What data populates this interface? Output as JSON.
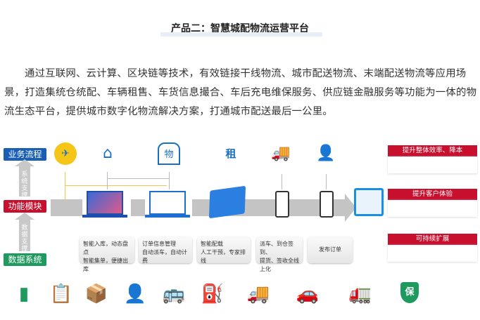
{
  "title": "产品二：智慧城配物流运营平台",
  "paragraph": "通过互联网、云计算、区块链等技术，有效链接干线物流、城市配送物流、末端配送物流等应用场景，打造集统仓统配、车辆租售、车货信息撮合、车后充电维保服务、供应链金融服务等功能为一体的物流生态平台，提供城市数字化物流解决方案，打通城市配送最后一公里。",
  "labels": {
    "business": "业务流程",
    "function": "功能模块",
    "data": "数据系统",
    "system_support": "系统支撑",
    "data_support": "数据支撑"
  },
  "colors": {
    "blue": "#1a5fb4",
    "red": "#c8102e",
    "green": "#1f9a5e"
  },
  "top_icons": [
    {
      "icon": "truck-plane-badge-icon",
      "text": ""
    },
    {
      "icon": "warehouse-icon",
      "text": ""
    },
    {
      "icon": "logistics-building-icon",
      "text": "物"
    },
    {
      "icon": "rental-truck-icon",
      "text": "租"
    },
    {
      "icon": "delivery-truck-icon",
      "text": ""
    },
    {
      "icon": "user-icon",
      "text": ""
    }
  ],
  "boxes": [
    {
      "line1": "智能入库，动态盘点",
      "line2": "智能集单，便捷出库"
    },
    {
      "line1": "订单信息管理",
      "line2": "自动派车，自动计费"
    },
    {
      "line1": "智能配载",
      "line2": "人工干预，专家排线"
    },
    {
      "line1": "派车、到仓签到、",
      "line2": "提货、签收全线上化"
    },
    {
      "line1": "发布订单",
      "line2": ""
    }
  ],
  "benefits": [
    "提升整体效率、降本",
    "提升客户体验",
    "可持续扩展"
  ],
  "bottom_icons": [
    "wallet-icon",
    "clipboard-location-icon",
    "package-list-icon",
    "driver-icon",
    "bus-icon",
    "charging-station-icon",
    "truck-repair-icon",
    "car-finance-icon",
    "tow-truck-icon",
    "insurance-shield-icon"
  ],
  "insurance_text": "保"
}
